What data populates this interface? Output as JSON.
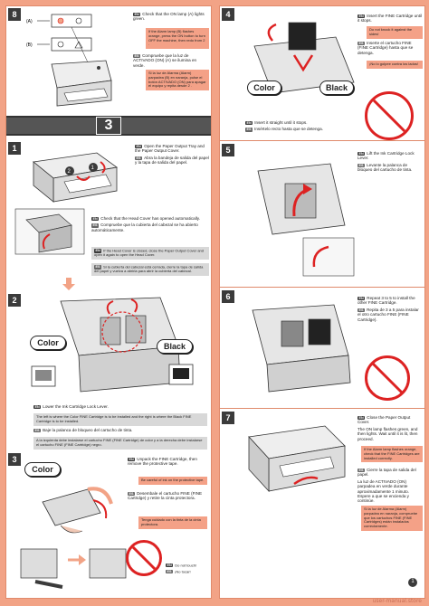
{
  "step8": {
    "number": "8",
    "label_a": "(A)",
    "label_b": "(B)",
    "en_badge": "EN",
    "es_badge": "ES",
    "en_text": "Check that the ON lamp (A) lights green.",
    "en_warn": "If the Alarm lamp (B) flashes orange, press the ON button to turn OFF the machine, then redo from 2 .",
    "es_text": "Compruebe que la luz de ACTIVADO (ON) (A) se ilumina en verde.",
    "es_warn": "Si la luz de Alarma (Alarm) parpadea (B) en naranja, pulse el botón ACTIVADO (ON) para apagar el equipo y repita desde 2 ."
  },
  "section3": {
    "number": "3"
  },
  "step1": {
    "number": "1",
    "en_text": "Open the Paper Output Tray and the Paper Output Cover.",
    "es_text": "Abra la bandeja de salida del papel y la tapa de salida del papel.",
    "en_head": "Check that the Head Cover has opened automatically.",
    "es_head": "Compruebe que la cubierta del cabezal se ha abierto automáticamente.",
    "en_grey": "If the Head Cover is closed, close the Paper Output Cover and open it again to open the Head Cover.",
    "es_grey": "Si la cubierta del cabezal está cerrada, cierre la tapa de salida del papel y vuelva a abrirla para abrir la cubierta del cabezal."
  },
  "step2": {
    "number": "2",
    "color_label": "Color",
    "black_label": "Black",
    "en_text": "Lower the Ink Cartridge Lock Lever.",
    "en_grey": "The left is where the Color FINE Cartridge is to be installed and the right is where the Black FINE Cartridge is to be installed.",
    "es_text": "Baje la palanca de bloqueo del cartucho de tinta.",
    "es_grey": "A la izquierda debe instalarse el cartucho FINE (FINE Cartridge) de color y a la derecha debe instalarse el cartucho FINE (FINE Cartridge) negro."
  },
  "step3": {
    "number": "3",
    "color_label": "Color",
    "en_text": "Unpack the FINE Cartridge, then remove the protective tape.",
    "en_warn": "Be careful of ink on the protective tape.",
    "es_text": "Desembale el cartucho FINE (FINE Cartridge) y retire la cinta protectora.",
    "es_warn": "Tenga cuidado con la tinta de la cinta protectora.",
    "en_touch": "Do not touch!",
    "es_touch": "¡No tocar!"
  },
  "step4": {
    "number": "4",
    "color_label": "Color",
    "black_label": "Black",
    "en_text": "Insert the FINE Cartridge until it stops.",
    "es_text": "Inserte el cartucho FINE (FINE Cartridge) hasta que se detenga.",
    "en_knock": "Do not knock it against the sides!",
    "es_knock": "¡No lo golpee contra los lados!",
    "en_straight": "Insert it straight until it stops.",
    "es_straight": "Insértelo recto hasta que se detenga."
  },
  "step5": {
    "number": "5",
    "en_text": "Lift the Ink Cartridge Lock Lever.",
    "es_text": "Levante la palanca de bloqueo del cartucho de tinta."
  },
  "step6": {
    "number": "6",
    "en_text": "Repeat 3 to 5 to install the other FINE Cartridge.",
    "es_text": "Repita de 3 a 5 para instalar el otro cartucho FINE (FINE Cartridge)."
  },
  "step7": {
    "number": "7",
    "en_text": "Close the Paper Output Cover.",
    "en_detail": "The ON lamp flashes green, and then lights. Wait until it is lit, then proceed.",
    "en_warn": "If the Alarm lamp flashes orange, check that the FINE Cartridges are installed correctly.",
    "es_text": "Cierre la tapa de salida del papel.",
    "es_detail": "La luz de ACTIVADO (ON) parpadea en verde durante aproximadamente 1 minuto. Espere a que se encienda y continúe.",
    "es_warn": "Si la luz de Alarma (Alarm) parpadea en naranja, compruebe que los cartuchos FINE (FINE Cartridges) están instalados correctamente."
  },
  "footer": {
    "page_number": "1",
    "watermark": "user-manual.store"
  },
  "colors": {
    "accent": "#f2a386",
    "warn": "#f4a187",
    "dark": "#3b3b3b",
    "prohibit": "#dd2222"
  }
}
